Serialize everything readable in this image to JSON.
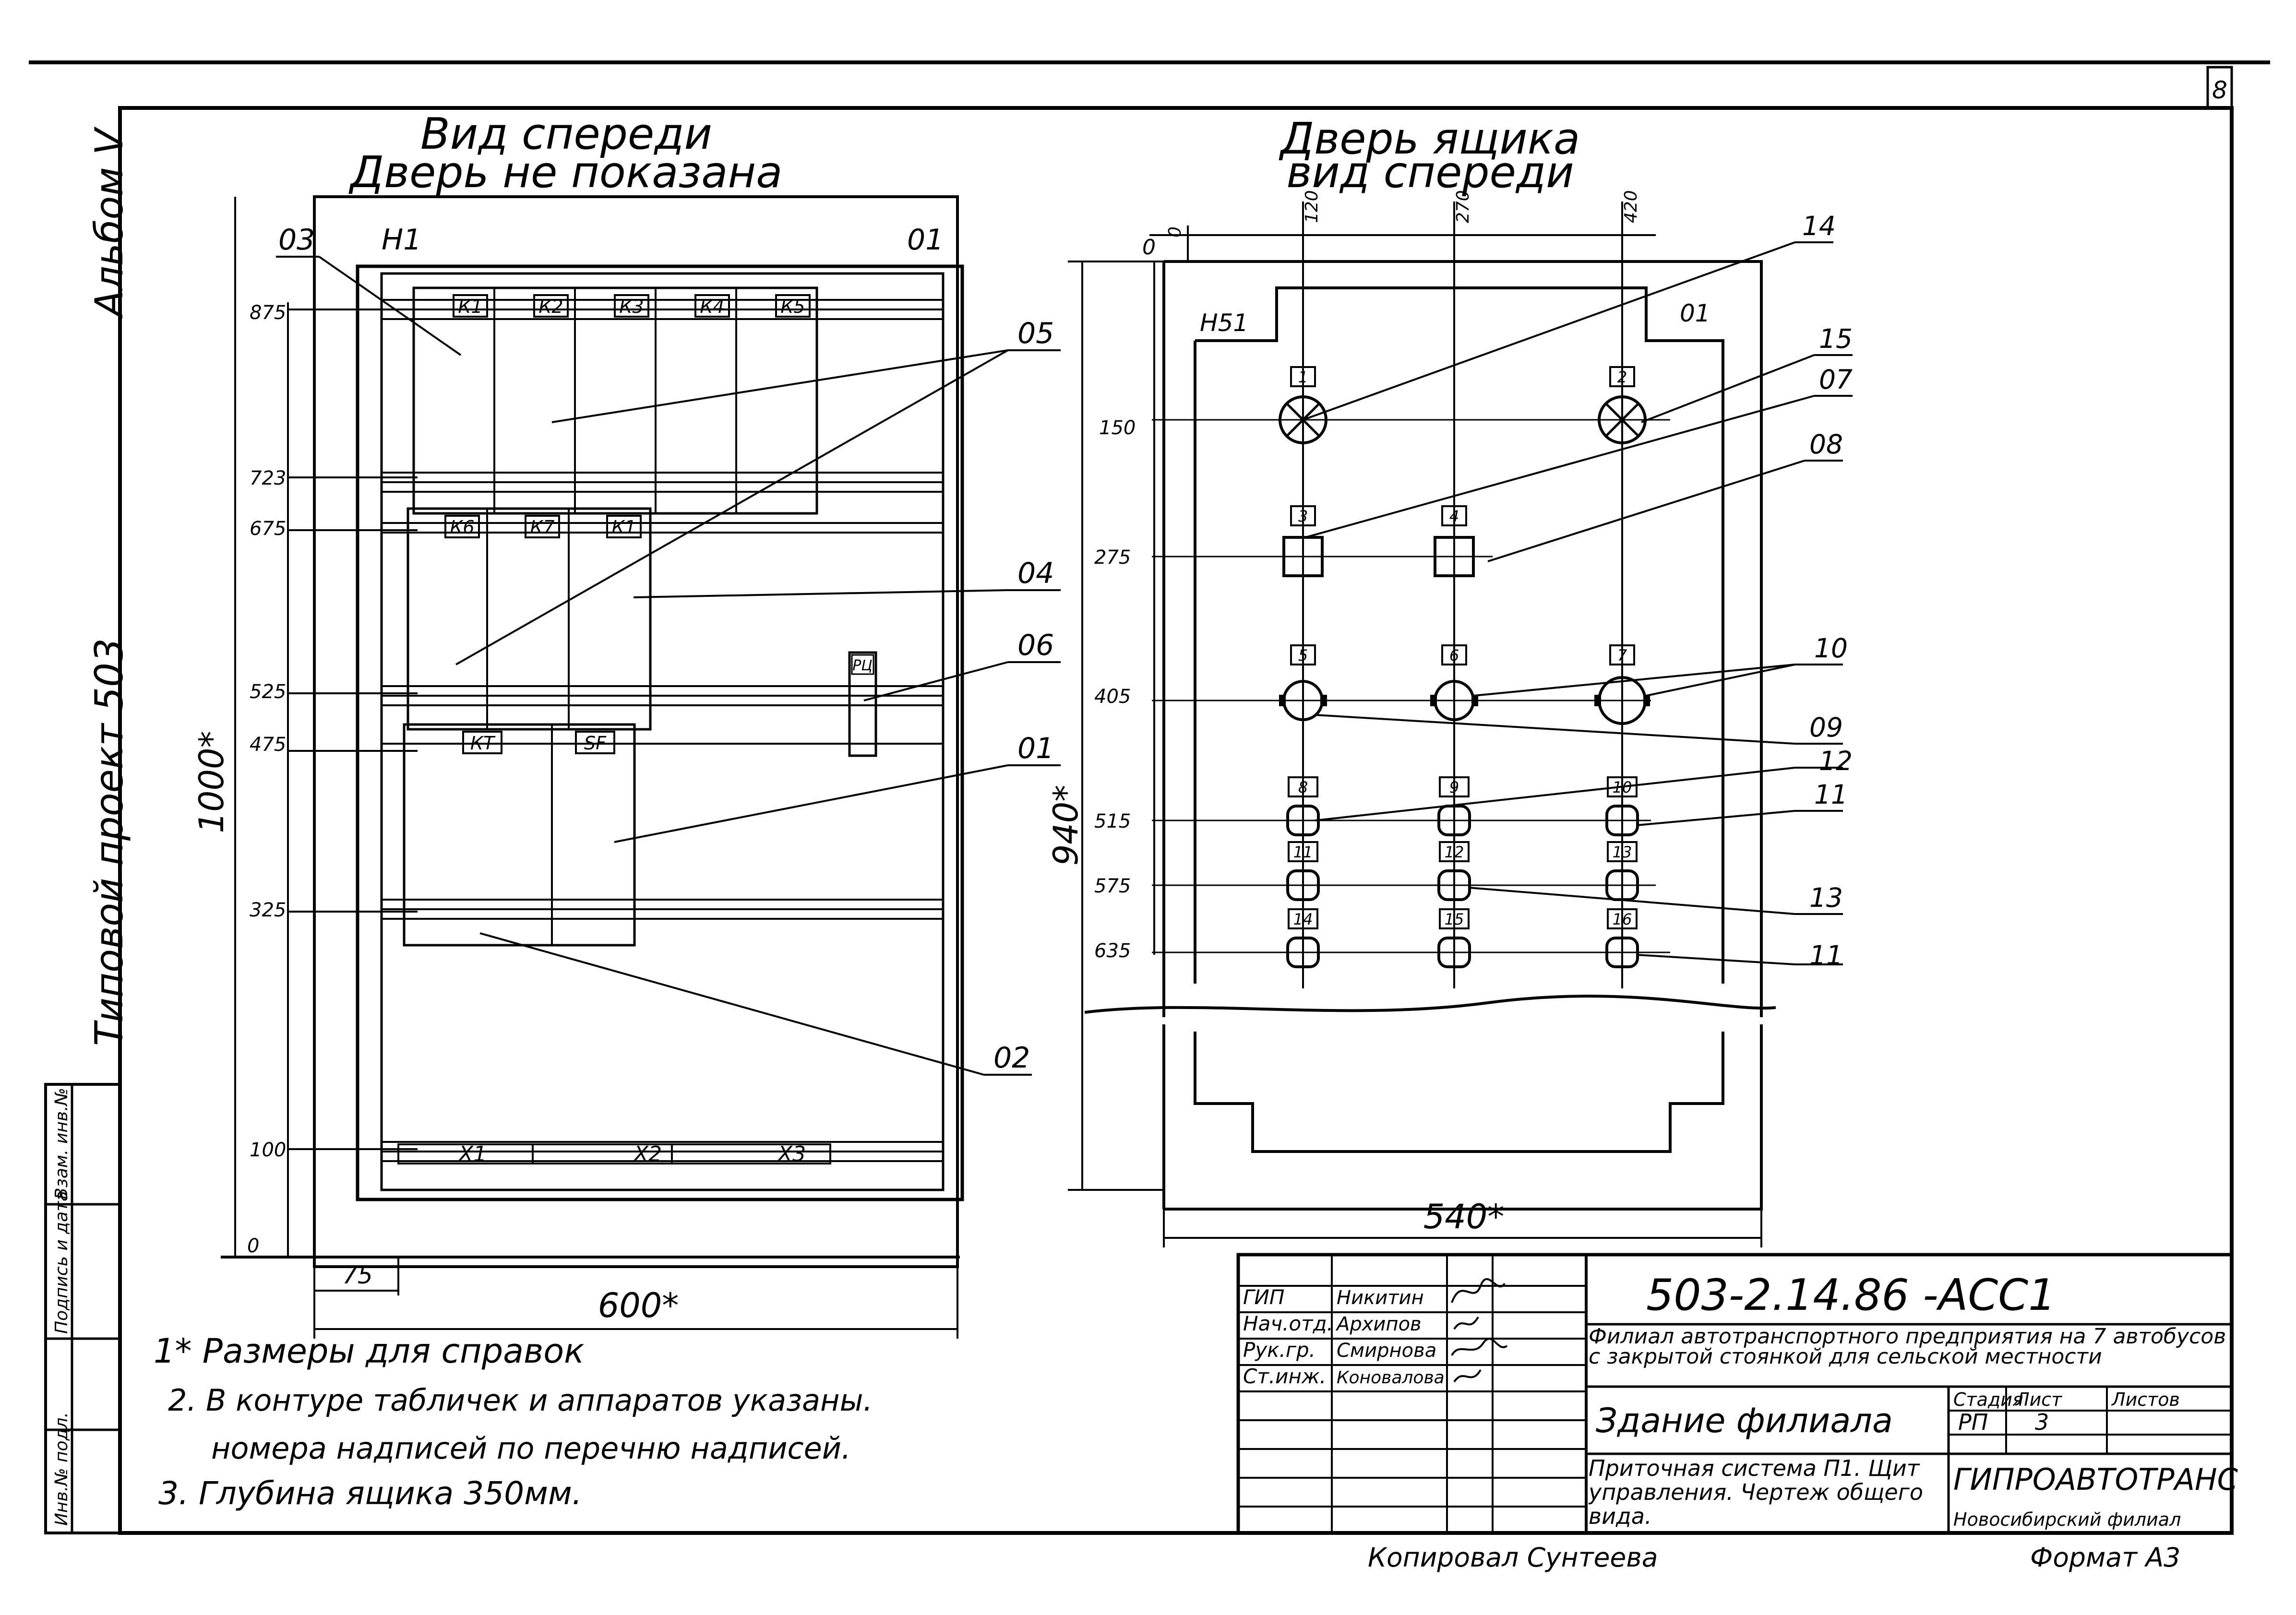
{
  "sheet": {
    "page_number": "8",
    "margin": {
      "album": "Альбом V",
      "project": "Типовой проект 503",
      "inv_orig": "Инв.№ подл.",
      "sign_date": "Подпись и дата",
      "inv_repl": "Взам. инв.№"
    }
  },
  "front_view": {
    "title_line1": "Вид спереди",
    "title_line2": "Дверь не показана",
    "labels": {
      "H1": "Н1",
      "O1": "01"
    },
    "devices_row1": [
      "К1",
      "К2",
      "К3",
      "К4",
      "К5"
    ],
    "devices_row2": [
      "К6",
      "К7",
      "К1"
    ],
    "devices_row3": [
      "КТ",
      "SF"
    ],
    "relay": "РЦ",
    "terminals": [
      "X1",
      "X2",
      "X3"
    ],
    "dimensions_left": [
      "875",
      "723",
      "675",
      "525",
      "475",
      "325",
      "100",
      "0"
    ],
    "height_dim": "1000*",
    "dim_75": "75",
    "width_dim": "600*",
    "callouts": [
      "03",
      "05",
      "04",
      "06",
      "01",
      "02"
    ]
  },
  "door_view": {
    "title_line1": "Дверь ящика",
    "title_line2": "вид спереди",
    "labels": {
      "H51": "Н51",
      "O1": "01"
    },
    "top_dims": [
      "0",
      "120",
      "270",
      "420"
    ],
    "left_dims": [
      "0",
      "150",
      "275",
      "405",
      "515",
      "575",
      "635"
    ],
    "height_dim": "940*",
    "width_dim": "540*",
    "plate_numbers": [
      "1",
      "2",
      "3",
      "4",
      "5",
      "6",
      "7",
      "8",
      "9",
      "10",
      "11",
      "12",
      "13",
      "14",
      "15",
      "16"
    ],
    "callouts": [
      "14",
      "15",
      "07",
      "08",
      "10",
      "09",
      "12",
      "11",
      "13",
      "11"
    ]
  },
  "notes": [
    "1* Размеры для справок",
    "2. В контуре табличек и аппаратов указаны.",
    "номера надписей по перечню надписей.",
    "3. Глубина ящика 350мм."
  ],
  "title_block": {
    "code": "503-2.14.86 -АСС1",
    "roles": [
      "ГИП",
      "Нач.отд.",
      "Рук.гр.",
      "Ст.инж."
    ],
    "names": [
      "Никитин",
      "Архипов",
      "Смирнова",
      "Коновалова"
    ],
    "project_title": "Филиал автотранспортного предприятия на 7 автобусов с закрытой стоянкой для сельской местности",
    "building": "Здание филиала",
    "stage_header": "Стадия",
    "sheet_header": "Лист",
    "sheets_header": "Листов",
    "stage": "РП",
    "sheet": "3",
    "description": "Приточная система П1. Щит управления. Чертеж общего вида.",
    "org": "ГИПРОАВТОТРАНС",
    "branch": "Новосибирский филиал"
  },
  "footer": {
    "copied": "Копировал Сунтеева",
    "format": "Формат А3"
  }
}
